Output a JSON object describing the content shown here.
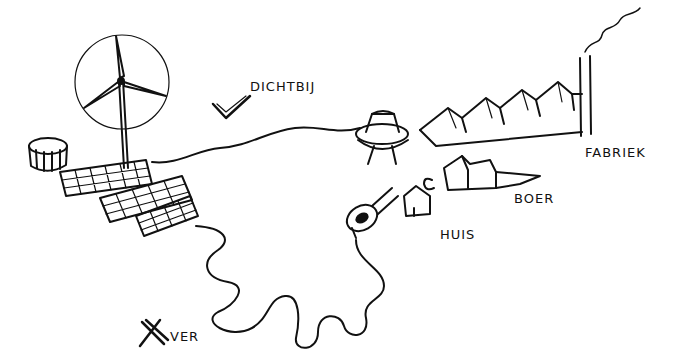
{
  "diagram": {
    "labels": [
      "DICHTBIJ",
      "FABRIEK",
      "BOER",
      "HUIS",
      "VER"
    ]
  }
}
